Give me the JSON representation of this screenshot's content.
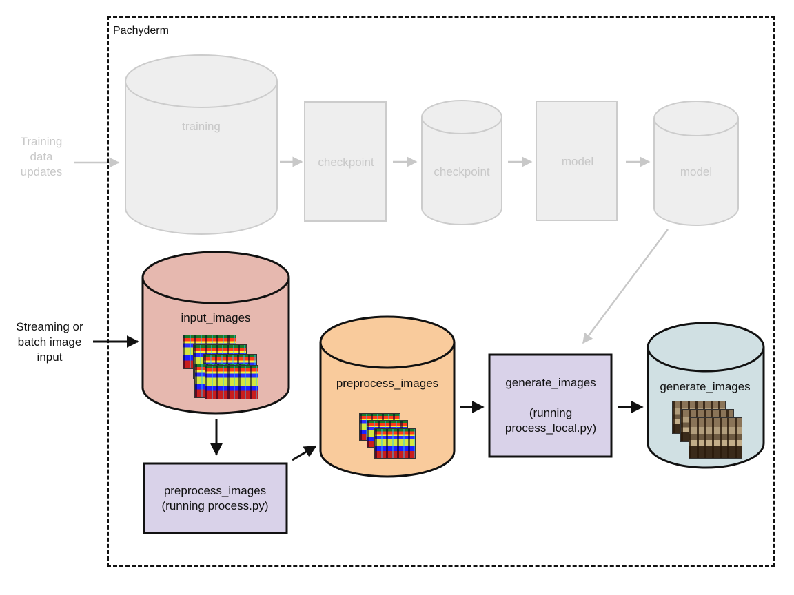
{
  "boundary": {
    "label": "Pachyderm"
  },
  "training_pipeline": {
    "source_label": "Training\ndata\nupdates",
    "repo_training": "training",
    "step_checkpoint": "checkpoint",
    "repo_checkpoint": "checkpoint",
    "step_model": "model",
    "repo_model": "model"
  },
  "inference_pipeline": {
    "source_label": "Streaming or\nbatch image\ninput",
    "repo_input": "input_images",
    "step_preprocess": "preprocess_images\n(running process.py)",
    "repo_preprocess": "preprocess_images",
    "step_generate": "generate_images\n\n(running\nprocess_local.py)",
    "repo_generate": "generate_images"
  },
  "colors": {
    "inactive_fill": "#eeeeee",
    "inactive_stroke": "#cccccc",
    "inactive_text": "#c8c8c8",
    "input_repo": "#e6b8af",
    "preprocess_repo": "#f9cb9c",
    "generate_repo": "#d0e0e3",
    "step_box": "#d9d2e9",
    "stroke": "#111111"
  }
}
